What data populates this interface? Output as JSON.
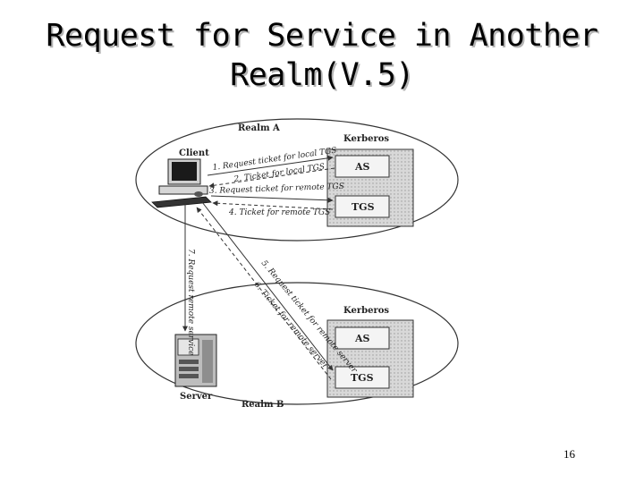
{
  "slide": {
    "title_line1": "Request for Service in Another",
    "title_line2": "Realm(V.5)",
    "page_number": "16"
  },
  "diagram": {
    "realm_a": "Realm A",
    "realm_b": "Realm B",
    "client": "Client",
    "server": "Server",
    "kerberos_a": "Kerberos",
    "kerberos_b": "Kerberos",
    "as_a": "AS",
    "tgs_a": "TGS",
    "as_b": "AS",
    "tgs_b": "TGS",
    "msg1": "1. Request ticket for local TGS",
    "msg2": "2. Ticket for local TGS",
    "msg3": "3. Request ticket for remote TGS",
    "msg4": "4. Ticket for remote TGS",
    "msg5": "5. Request ticket for remote server",
    "msg6": "6. Ticket for remote server",
    "msg7": "7. Request remote service"
  },
  "colors": {
    "line": "#333333",
    "box_fill": "#e4e4e4",
    "title_shadow": "#b4b4b4"
  }
}
